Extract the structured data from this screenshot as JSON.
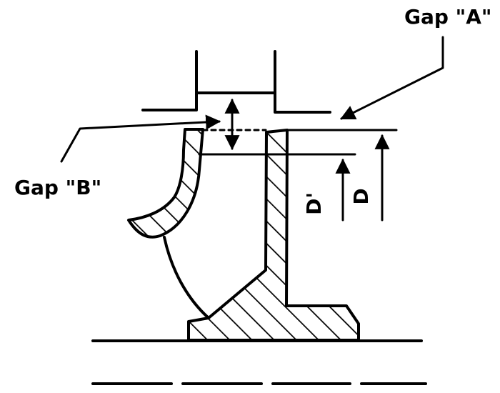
{
  "labels": {
    "gap_a": "Gap \"A\"",
    "gap_b": "Gap \"B\"",
    "dim_d_prime": "D'",
    "dim_d": "D"
  },
  "colors": {
    "ink": "#000000",
    "background": "#ffffff"
  }
}
